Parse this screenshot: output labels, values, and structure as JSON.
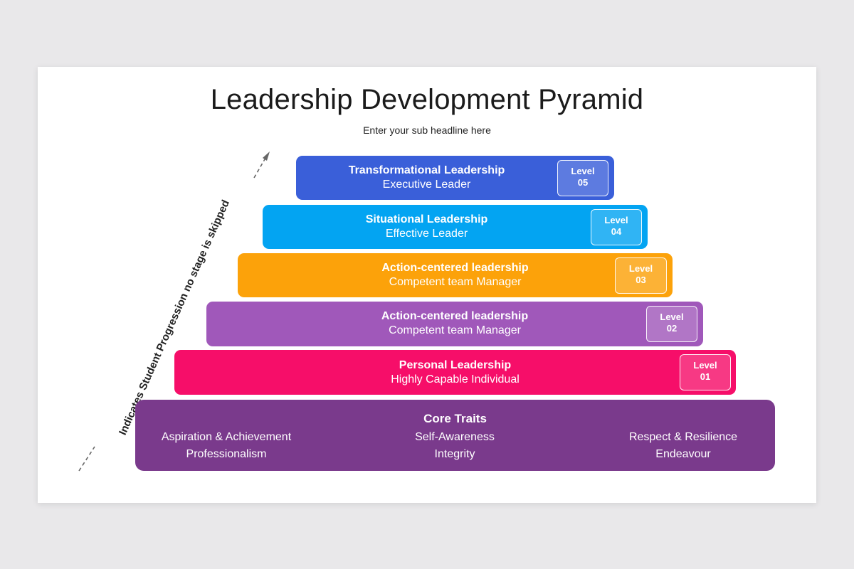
{
  "title": "Leadership Development Pyramid",
  "subtitle": "Enter your sub headline here",
  "arrow_label": "Indicates Student Progression no stage is skipped",
  "tiers": [
    {
      "title": "Transformational Leadership",
      "subtitle": "Executive Leader",
      "badge_label": "Level",
      "badge_num": "05",
      "color": "#3a5fd9"
    },
    {
      "title": "Situational Leadership",
      "subtitle": "Effective Leader",
      "badge_label": "Level",
      "badge_num": "04",
      "color": "#03a4f2"
    },
    {
      "title": "Action-centered leadership",
      "subtitle": "Competent team Manager",
      "badge_label": "Level",
      "badge_num": "03",
      "color": "#fca20a"
    },
    {
      "title": "Action-centered leadership",
      "subtitle": "Competent team Manager",
      "badge_label": "Level",
      "badge_num": "02",
      "color": "#a058ba"
    },
    {
      "title": "Personal Leadership",
      "subtitle": "Highly Capable Individual",
      "badge_label": "Level",
      "badge_num": "01",
      "color": "#f60e69"
    }
  ],
  "core": {
    "title": "Core Traits",
    "color": "#7a3a8c",
    "columns": [
      [
        "Aspiration & Achievement",
        "Professionalism"
      ],
      [
        "Self-Awareness",
        "Integrity"
      ],
      [
        "Respect & Resilience",
        "Endeavour"
      ]
    ]
  }
}
